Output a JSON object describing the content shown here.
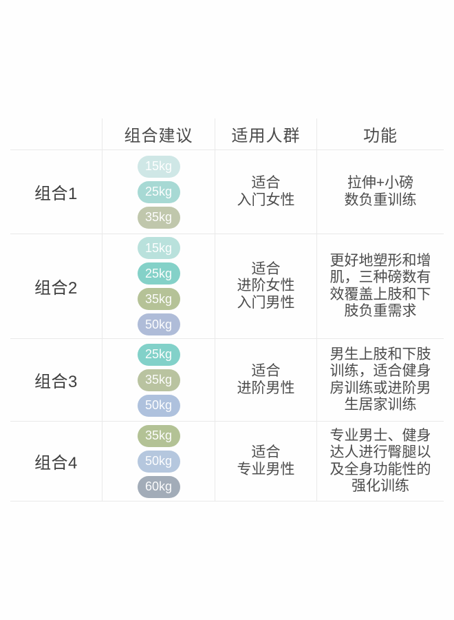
{
  "page": {
    "background": "#fefefe",
    "line_color": "#e9e9e9"
  },
  "table": {
    "headers": {
      "combo": "组合建议",
      "audience": "适用人群",
      "function": "功能"
    },
    "rows": [
      {
        "label": "组合1",
        "pills": [
          {
            "text": "15kg",
            "color": "#cfe7e6"
          },
          {
            "text": "25kg",
            "color": "#a7d9d4"
          },
          {
            "text": "35kg",
            "color": "#c0c7ac"
          }
        ],
        "audience": "适合\n入门女性",
        "function": "拉伸+小磅\n数负重训练"
      },
      {
        "label": "组合2",
        "pills": [
          {
            "text": "15kg",
            "color": "#b9e1dc"
          },
          {
            "text": "25kg",
            "color": "#84d1c8"
          },
          {
            "text": "35kg",
            "color": "#b5c297"
          },
          {
            "text": "50kg",
            "color": "#afbcd8"
          }
        ],
        "audience": "适合\n进阶女性\n入门男性",
        "function": "更好地塑形和增\n肌，三种磅数有\n效覆盖上肢和下\n肢负重需求"
      },
      {
        "label": "组合3",
        "pills": [
          {
            "text": "25kg",
            "color": "#82d1c9"
          },
          {
            "text": "35kg",
            "color": "#b9c3a0"
          },
          {
            "text": "50kg",
            "color": "#aec1dd"
          }
        ],
        "audience": "适合\n进阶男性",
        "function": "男生上肢和下肢\n训练，适合健身\n房训练或进阶男\n生居家训练"
      },
      {
        "label": "组合4",
        "pills": [
          {
            "text": "35kg",
            "color": "#b3c295"
          },
          {
            "text": "50kg",
            "color": "#b5c7de"
          },
          {
            "text": "60kg",
            "color": "#a2acb8"
          }
        ],
        "audience": "适合\n专业男性",
        "function": "专业男士、健身\n达人进行臀腿以\n及全身功能性的\n强化训练"
      }
    ]
  }
}
